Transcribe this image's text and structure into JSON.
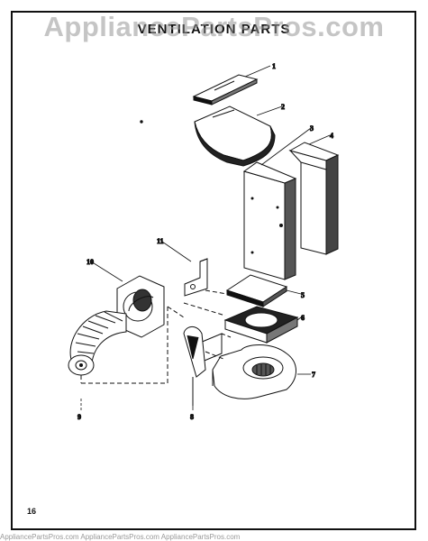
{
  "page": {
    "title": "VENTILATION PARTS",
    "watermark": "AppliancePartsPros.com",
    "page_number": "16",
    "bottom_strip": "AppliancePartsPros.com AppliancePartsPros.com AppliancePartsPros.com"
  },
  "callouts": [
    "1",
    "2",
    "3",
    "4",
    "5",
    "6",
    "7",
    "8",
    "9",
    "10",
    "11"
  ]
}
